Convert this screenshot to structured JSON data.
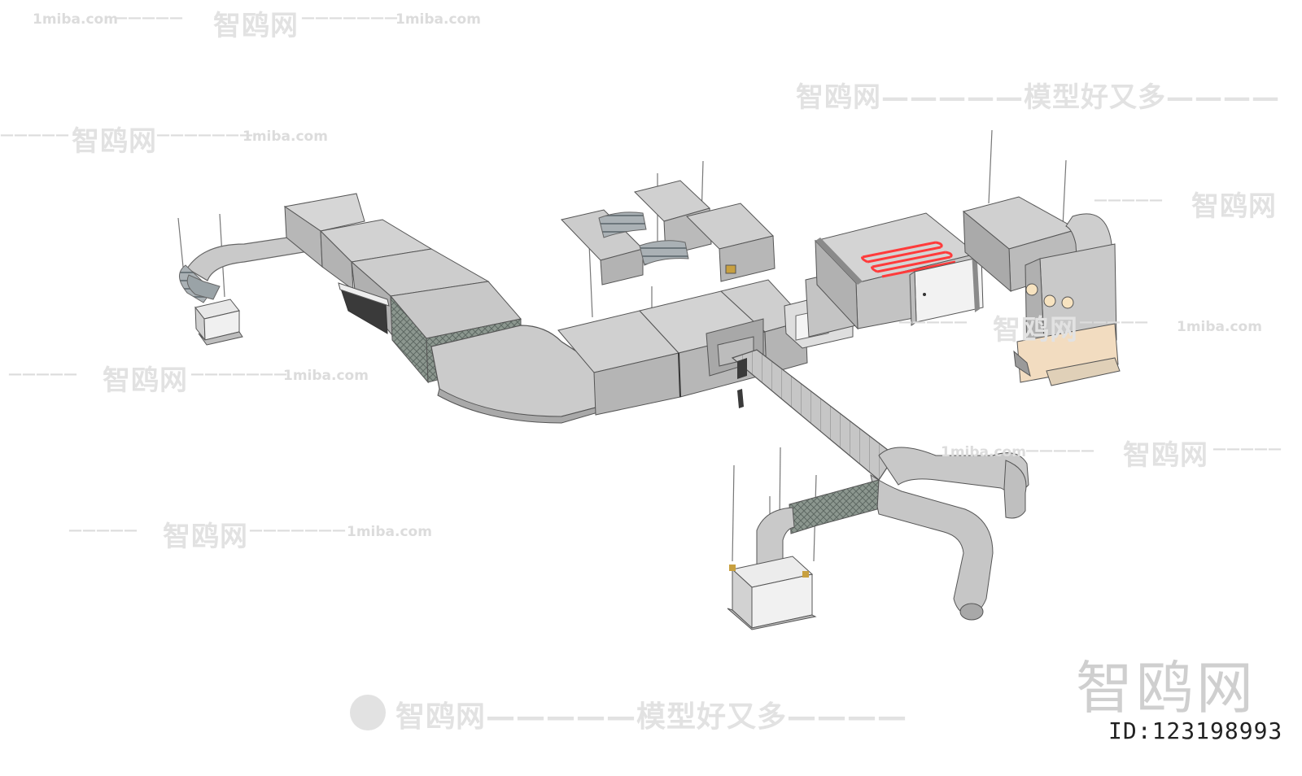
{
  "watermarks": {
    "site_url": "1miba.com",
    "dashes_short": "—————",
    "dashes_long": "———————",
    "brand": "智鸥网",
    "slogan_line": "智鸥网—————模型好又多————",
    "slogan_line_bottom": "智鸥网—————模型好又多————",
    "big_brand": "智鸥网",
    "id_label": "ID:123198993"
  },
  "colors": {
    "duct_fill": "#cfcfcf",
    "duct_light": "#dedede",
    "duct_dark": "#a9a9a9",
    "edge": "#555555",
    "coil": "#ff3030",
    "filter": "#7f8a82",
    "flex": "#9ea6aa"
  },
  "icons": [
    "logo-bird-icon"
  ]
}
